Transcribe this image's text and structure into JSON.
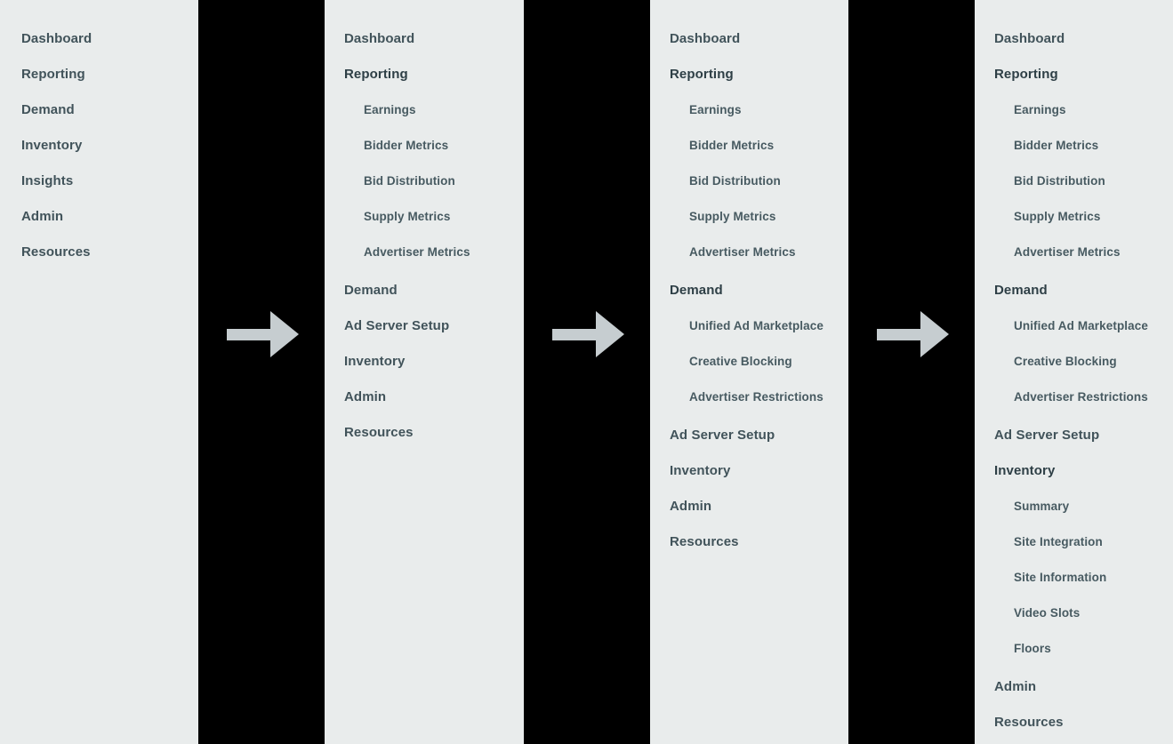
{
  "theme": {
    "panel_background": "#e9ecec",
    "gutter_background": "#000000",
    "text_color": "#41535a",
    "expanded_text_color": "#2e3f46",
    "sub_text_color": "#475a61",
    "arrow_color": "#c6cdd0"
  },
  "arrows": [
    {
      "name": "arrow-1",
      "glyph": "right-arrow"
    },
    {
      "name": "arrow-2",
      "glyph": "right-arrow"
    },
    {
      "name": "arrow-3",
      "glyph": "right-arrow"
    }
  ],
  "panels": [
    {
      "id": "panel-1",
      "state": "collapsed",
      "items": [
        {
          "label": "Dashboard",
          "level": "top",
          "expanded": false
        },
        {
          "label": "Reporting",
          "level": "top",
          "expanded": false
        },
        {
          "label": "Demand",
          "level": "top",
          "expanded": false
        },
        {
          "label": "Inventory",
          "level": "top",
          "expanded": false
        },
        {
          "label": "Insights",
          "level": "top",
          "expanded": false
        },
        {
          "label": "Admin",
          "level": "top",
          "expanded": false
        },
        {
          "label": "Resources",
          "level": "top",
          "expanded": false
        }
      ]
    },
    {
      "id": "panel-2",
      "state": "reporting-expanded",
      "items": [
        {
          "label": "Dashboard",
          "level": "top",
          "expanded": false
        },
        {
          "label": "Reporting",
          "level": "top",
          "expanded": true
        },
        {
          "label": "Earnings",
          "level": "sub"
        },
        {
          "label": "Bidder Metrics",
          "level": "sub"
        },
        {
          "label": "Bid Distribution",
          "level": "sub"
        },
        {
          "label": "Supply Metrics",
          "level": "sub"
        },
        {
          "label": "Advertiser Metrics",
          "level": "sub",
          "group_end": true
        },
        {
          "label": "Demand",
          "level": "top",
          "expanded": false
        },
        {
          "label": "Ad Server Setup",
          "level": "top",
          "expanded": false
        },
        {
          "label": "Inventory",
          "level": "top",
          "expanded": false
        },
        {
          "label": "Admin",
          "level": "top",
          "expanded": false
        },
        {
          "label": "Resources",
          "level": "top",
          "expanded": false
        }
      ]
    },
    {
      "id": "panel-3",
      "state": "reporting-and-demand-expanded",
      "items": [
        {
          "label": "Dashboard",
          "level": "top",
          "expanded": false
        },
        {
          "label": "Reporting",
          "level": "top",
          "expanded": true
        },
        {
          "label": "Earnings",
          "level": "sub"
        },
        {
          "label": "Bidder Metrics",
          "level": "sub"
        },
        {
          "label": "Bid Distribution",
          "level": "sub"
        },
        {
          "label": "Supply Metrics",
          "level": "sub"
        },
        {
          "label": "Advertiser Metrics",
          "level": "sub",
          "group_end": true
        },
        {
          "label": "Demand",
          "level": "top",
          "expanded": true
        },
        {
          "label": "Unified Ad Marketplace",
          "level": "sub"
        },
        {
          "label": "Creative Blocking",
          "level": "sub"
        },
        {
          "label": "Advertiser Restrictions",
          "level": "sub",
          "group_end": true
        },
        {
          "label": "Ad Server Setup",
          "level": "top",
          "expanded": false
        },
        {
          "label": "Inventory",
          "level": "top",
          "expanded": false
        },
        {
          "label": "Admin",
          "level": "top",
          "expanded": false
        },
        {
          "label": "Resources",
          "level": "top",
          "expanded": false
        }
      ]
    },
    {
      "id": "panel-4",
      "state": "reporting-demand-and-inventory-expanded",
      "items": [
        {
          "label": "Dashboard",
          "level": "top",
          "expanded": false
        },
        {
          "label": "Reporting",
          "level": "top",
          "expanded": true
        },
        {
          "label": "Earnings",
          "level": "sub"
        },
        {
          "label": "Bidder Metrics",
          "level": "sub"
        },
        {
          "label": "Bid Distribution",
          "level": "sub"
        },
        {
          "label": "Supply Metrics",
          "level": "sub"
        },
        {
          "label": "Advertiser Metrics",
          "level": "sub",
          "group_end": true
        },
        {
          "label": "Demand",
          "level": "top",
          "expanded": true
        },
        {
          "label": "Unified Ad Marketplace",
          "level": "sub"
        },
        {
          "label": "Creative Blocking",
          "level": "sub"
        },
        {
          "label": "Advertiser Restrictions",
          "level": "sub",
          "group_end": true
        },
        {
          "label": "Ad Server Setup",
          "level": "top",
          "expanded": false
        },
        {
          "label": "Inventory",
          "level": "top",
          "expanded": true
        },
        {
          "label": "Summary",
          "level": "sub"
        },
        {
          "label": "Site Integration",
          "level": "sub"
        },
        {
          "label": "Site Information",
          "level": "sub"
        },
        {
          "label": "Video Slots",
          "level": "sub"
        },
        {
          "label": "Floors",
          "level": "sub",
          "group_end": true
        },
        {
          "label": "Admin",
          "level": "top",
          "expanded": false
        },
        {
          "label": "Resources",
          "level": "top",
          "expanded": false
        }
      ]
    }
  ]
}
